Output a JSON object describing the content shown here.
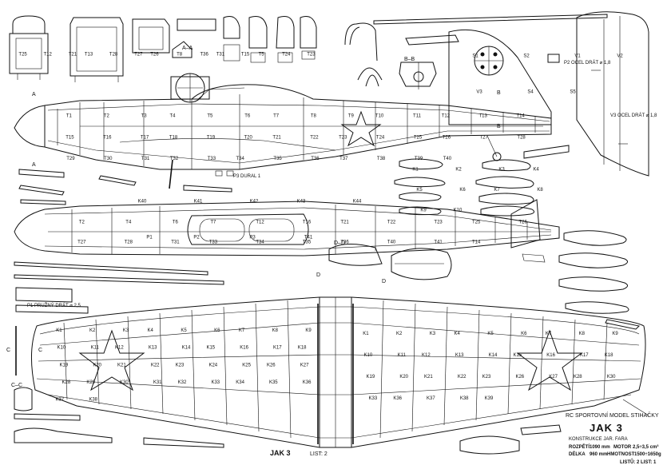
{
  "title_block": {
    "heading": "RC SPORTOVNÍ MODEL STIHAČKY",
    "model_name": "JAK 3",
    "author": "KONSTRUKCE JAR. FARA",
    "span_label": "ROZPĚTÍ",
    "span_value": "1090 mm",
    "length_label": "DÉLKA",
    "length_value": "960 mm",
    "motor_label": "MOTOR",
    "motor_value": "2,5÷3,5 cm³",
    "weight_label": "HMOTNOST",
    "weight_value": "1500÷1650g",
    "sheet": "LISTŮ: 2  LIST: 1"
  },
  "wing_footer": {
    "model_name": "JAK 3",
    "sheet": "LIST: 2"
  },
  "section_labels": {
    "aa": "A–A",
    "bb": "B–B",
    "cc": "C–C",
    "dd": "D–D",
    "a": "A",
    "b": "B",
    "c": "C",
    "d": "D"
  },
  "notes": {
    "t1_wire": "P1 PRUŽNÝ DRÁT ⌀ 2,5",
    "p3": "P3 DURAL 1",
    "p2_wire": "P2 OCEL DRÁT ⌀ 1,8",
    "v3": "V3 OCEL DRÁT ⌀ 1,8"
  },
  "part_labels": {
    "fuselage_side": [
      "T1",
      "T2",
      "T3",
      "T4",
      "T5",
      "T6",
      "T7",
      "T8",
      "T9",
      "T10",
      "T11",
      "T12",
      "T13",
      "T14",
      "T15",
      "T16",
      "T17",
      "T18",
      "T19",
      "T20",
      "T21",
      "T22",
      "T23",
      "T24",
      "T25",
      "T26",
      "T27",
      "T28",
      "T29",
      "T30",
      "T31",
      "T32",
      "T33",
      "T34",
      "T35",
      "T36",
      "T37",
      "T38",
      "T39",
      "T40"
    ],
    "fuselage_top": [
      "T2",
      "T4",
      "T6",
      "T7",
      "T12",
      "T16",
      "T21",
      "T22",
      "T23",
      "T25",
      "T26",
      "T27",
      "T28",
      "T31",
      "T33",
      "T34",
      "T35",
      "T36",
      "T40",
      "T41",
      "T14"
    ],
    "formers": [
      "T25",
      "T12",
      "T21",
      "T13",
      "T28",
      "T27",
      "T26",
      "T8",
      "T36",
      "T31",
      "T15",
      "T5",
      "T24",
      "T23"
    ],
    "wing_left": [
      "K1",
      "K2",
      "K3",
      "K4",
      "K5",
      "K6",
      "K7",
      "K8",
      "K9",
      "K10",
      "K11",
      "K12",
      "K13",
      "K14",
      "K15",
      "K16",
      "K17",
      "K18",
      "K19",
      "K20",
      "K21",
      "K22",
      "K23",
      "K24",
      "K25",
      "K26",
      "K27",
      "K28",
      "K29",
      "K30",
      "K31",
      "K32",
      "K33",
      "K34",
      "K35",
      "K36",
      "K37",
      "K38"
    ],
    "wing_right": [
      "K1",
      "K2",
      "K3",
      "K4",
      "K5",
      "K6",
      "K7",
      "K8",
      "K9",
      "K10",
      "K11",
      "K12",
      "K13",
      "K14",
      "K15",
      "K16",
      "K17",
      "K18",
      "K19",
      "K20",
      "K21",
      "K22",
      "K23",
      "K26",
      "K27",
      "K28",
      "K30",
      "K33",
      "K36",
      "K37",
      "K38",
      "K39"
    ],
    "ribs": [
      "K1",
      "K2",
      "K3",
      "K4",
      "K5",
      "K6",
      "K7",
      "K8",
      "K9",
      "K10"
    ],
    "tail": [
      "S1",
      "S2",
      "V1",
      "V2",
      "V3",
      "S4",
      "S5"
    ],
    "misc": [
      "K40",
      "K41",
      "K42",
      "K43",
      "K44",
      "P1",
      "P2",
      "P3",
      "T41"
    ]
  }
}
